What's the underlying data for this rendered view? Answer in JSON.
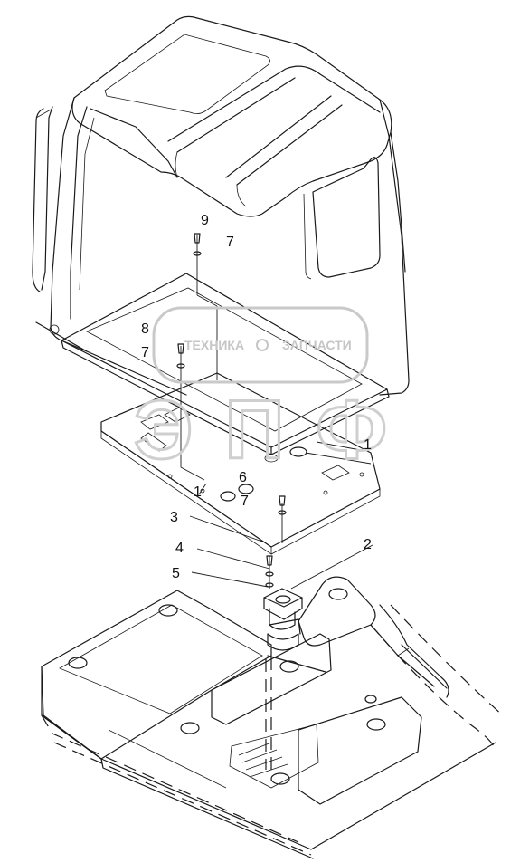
{
  "diagram": {
    "callouts": [
      {
        "id": "c9a",
        "label": "9"
      },
      {
        "id": "c7a",
        "label": "7"
      },
      {
        "id": "c8",
        "label": "8"
      },
      {
        "id": "c7b",
        "label": "7"
      },
      {
        "id": "c1a",
        "label": "1"
      },
      {
        "id": "c1b",
        "label": "1"
      },
      {
        "id": "c6",
        "label": "6"
      },
      {
        "id": "c7c",
        "label": "7"
      },
      {
        "id": "c3",
        "label": "3"
      },
      {
        "id": "c2",
        "label": "2"
      },
      {
        "id": "c4",
        "label": "4"
      },
      {
        "id": "c5",
        "label": "5"
      }
    ]
  },
  "watermark": {
    "text_left": "ТЕХНИКА",
    "text_right": "ЗАПЧАСТИ",
    "big_letters": "ЭПФ"
  },
  "colors": {
    "line": "#1a1a1a",
    "watermark": "#c9c9c9",
    "background": "#ffffff"
  }
}
